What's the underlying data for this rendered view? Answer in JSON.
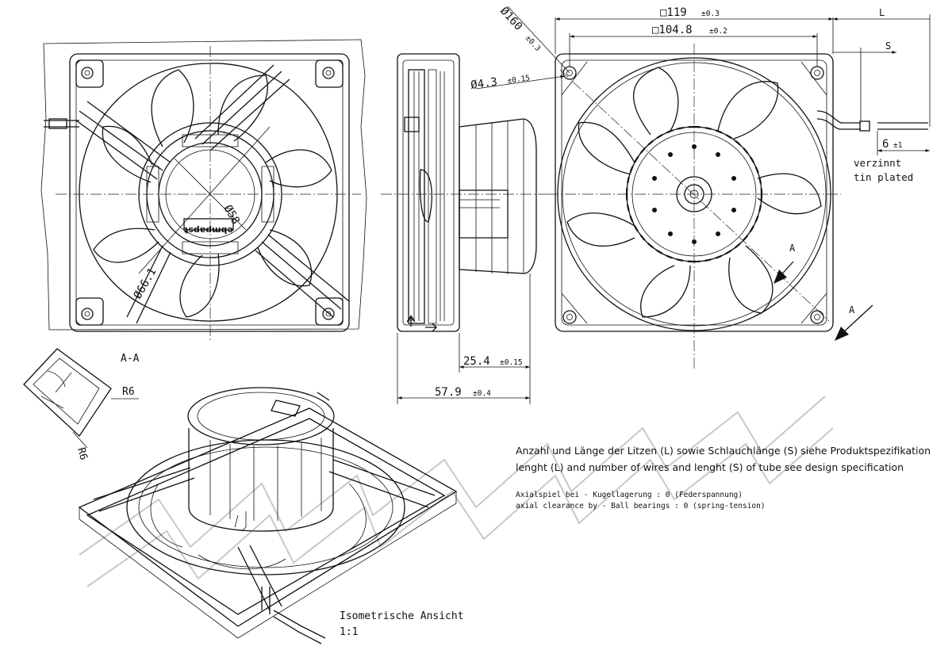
{
  "dimensions": {
    "outer_square": "□119",
    "outer_square_tol": "±0.3",
    "hole_spacing": "□104.8",
    "hole_spacing_tol": "±0.2",
    "diagonal": "Ø160",
    "diagonal_tol": "±0.3",
    "hole_dia": "Ø4.3",
    "hole_dia_tol": "±0.15",
    "depth_frame": "25.4",
    "depth_frame_tol": "±0.15",
    "depth_total": "57.9",
    "depth_total_tol": "±0.4",
    "wire_strip": "6",
    "wire_strip_tol": "±1",
    "hub_dia": "Ø58",
    "venturi_dia": "Ø66.1",
    "radius_1": "R6",
    "radius_2": "R6"
  },
  "labels": {
    "L": "L",
    "S": "S",
    "section_mark_1": "A",
    "section_mark_2": "A",
    "section_view": "A-A",
    "hub_brand": "ebmpapst",
    "tin_de": "verzinnt",
    "tin_en": "tin plated",
    "iso_title": "Isometrische Ansicht",
    "iso_scale": "1:1"
  },
  "notes": {
    "wires_de": "Anzahl und Länge der Litzen (L) sowie Schlauchlänge (S) siehe Produktspezifikation",
    "wires_en": "lenght (L) and number of wires and lenght (S) of tube see design specification",
    "axial_de": "Axialspiel bei - Kugellagerung : 0 (Federspannung)",
    "axial_en": "axial clearance by - Ball bearings : 0 (spring-tension)"
  },
  "icon_names": [
    "section-arrow-icon",
    "flow-direction-arrow-icon",
    "rotation-arrow-icon"
  ]
}
